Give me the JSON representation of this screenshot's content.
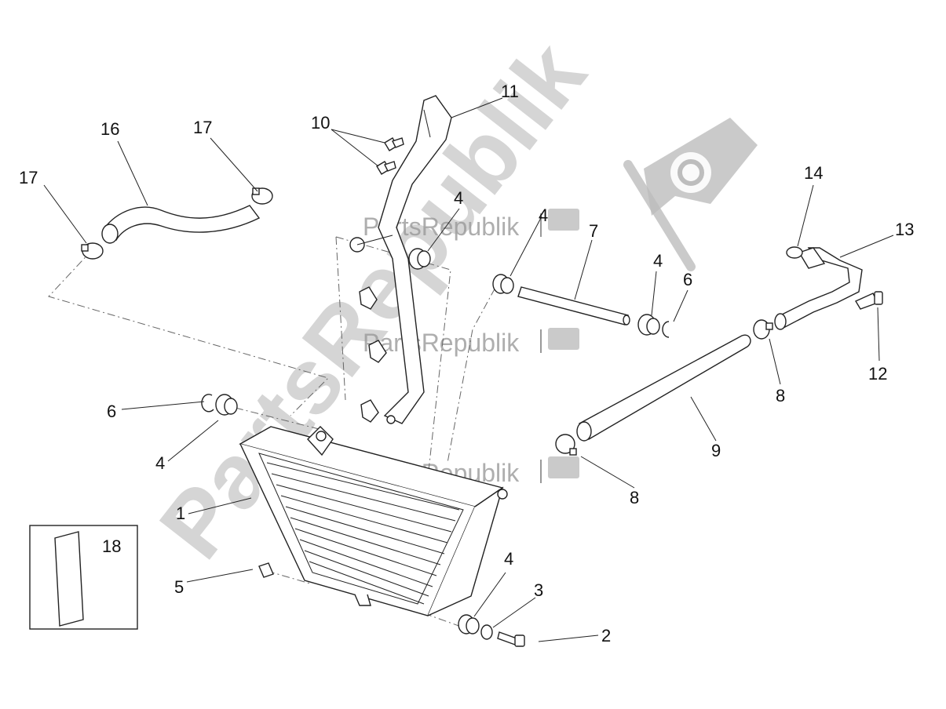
{
  "watermark": {
    "large_text": "PartsRepublik",
    "small_text_1": "PartsRepublik",
    "small_text_2": "PartsRepublik",
    "small_text_3": "PartsRepublik",
    "logo_icon": "gear-flag-icon"
  },
  "callouts": {
    "c1": "1",
    "c2": "2",
    "c3": "3",
    "c4a": "4",
    "c4b": "4",
    "c4c": "4",
    "c4d": "4",
    "c4e": "4",
    "c5": "5",
    "c6a": "6",
    "c6b": "6",
    "c7": "7",
    "c8a": "8",
    "c8b": "8",
    "c9": "9",
    "c10": "10",
    "c11": "11",
    "c12": "12",
    "c13": "13",
    "c14": "14",
    "c16": "16",
    "c17a": "17",
    "c17b": "17",
    "c18": "18"
  }
}
